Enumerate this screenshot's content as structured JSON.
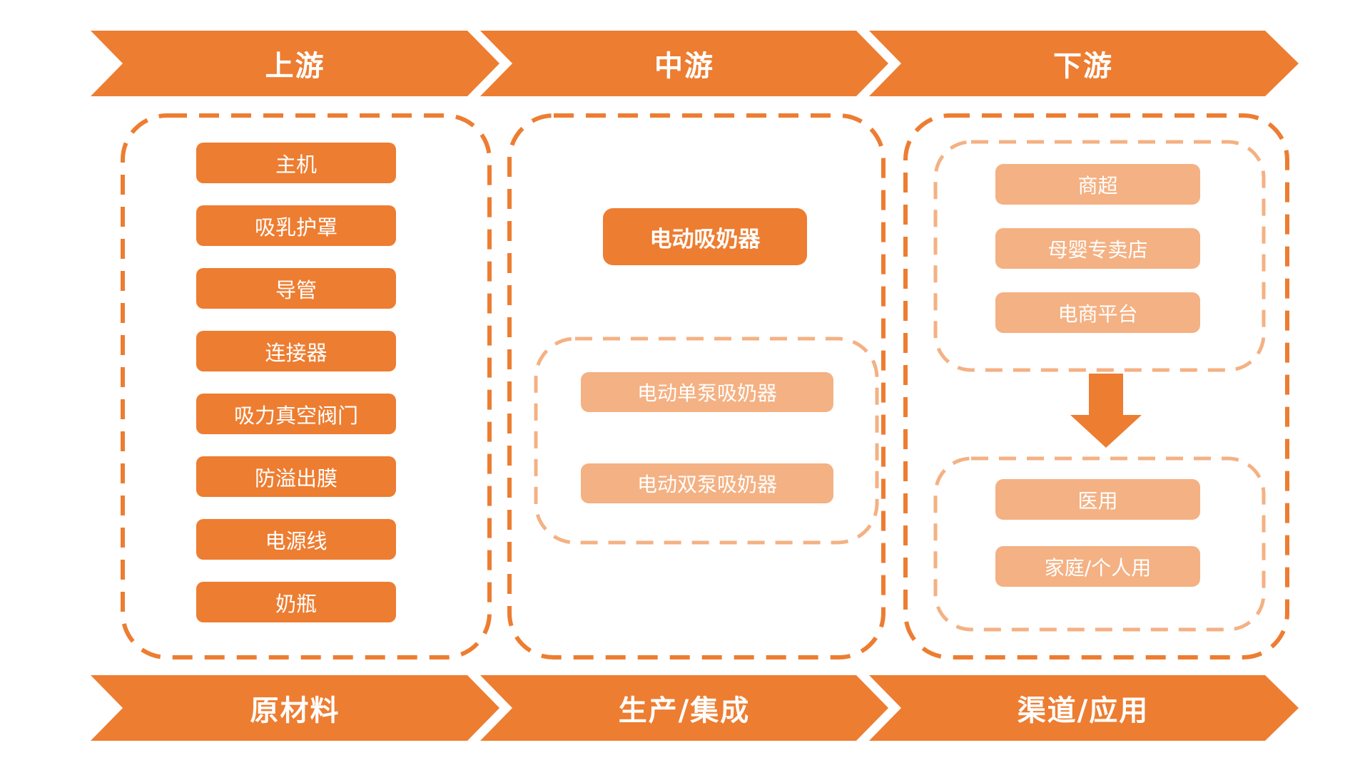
{
  "colors": {
    "primary_orange": "#ED7D31",
    "light_orange": "#F4B183",
    "text_on_fill": "#FFFFFF",
    "background": "#FFFFFF"
  },
  "icons": {
    "down_arrow": "▼"
  },
  "top_banner": {
    "segments": [
      {
        "label": "上游"
      },
      {
        "label": "中游"
      },
      {
        "label": "下游"
      }
    ]
  },
  "bottom_banner": {
    "segments": [
      {
        "label": "原材料"
      },
      {
        "label": "生产/集成"
      },
      {
        "label": "渠道/应用"
      }
    ]
  },
  "upstream": {
    "items": [
      "主机",
      "吸乳护罩",
      "导管",
      "连接器",
      "吸力真空阀门",
      "防溢出膜",
      "电源线",
      "奶瓶"
    ]
  },
  "midstream": {
    "product": "电动吸奶器",
    "variants": [
      "电动单泵吸奶器",
      "电动双泵吸奶器"
    ]
  },
  "downstream": {
    "channels": [
      "商超",
      "母婴专卖店",
      "电商平台"
    ],
    "applications": [
      "医用",
      "家庭/个人用"
    ]
  }
}
